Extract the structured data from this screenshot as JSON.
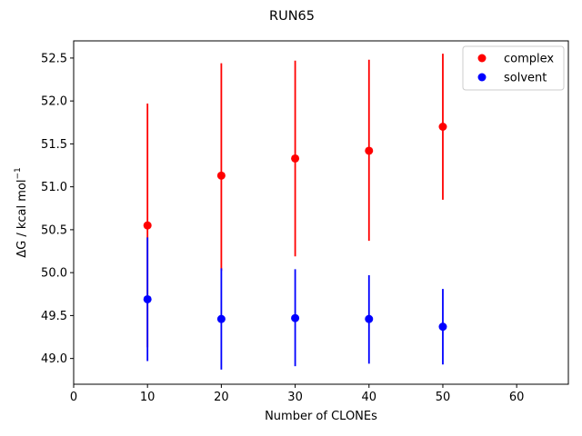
{
  "chart_data": {
    "type": "scatter",
    "title": "RUN65",
    "xlabel": "Number of CLONEs",
    "ylabel": "ΔG / kcal mol",
    "ylabel_sup": "−1",
    "xlim": [
      0,
      67
    ],
    "ylim": [
      48.7,
      52.7
    ],
    "xticks": [
      0,
      10,
      20,
      30,
      40,
      50,
      60
    ],
    "yticks": [
      49.0,
      49.5,
      50.0,
      50.5,
      51.0,
      51.5,
      52.0,
      52.5
    ],
    "legend_position": "top-right",
    "series": [
      {
        "name": "complex",
        "color": "#ff0000",
        "x": [
          10,
          20,
          30,
          40,
          50
        ],
        "y": [
          50.55,
          51.13,
          51.33,
          51.42,
          51.7
        ],
        "err_low": [
          49.13,
          50.02,
          50.19,
          50.37,
          50.85
        ],
        "err_high": [
          51.97,
          52.44,
          52.47,
          52.48,
          52.55
        ]
      },
      {
        "name": "solvent",
        "color": "#0000ff",
        "x": [
          10,
          20,
          30,
          40,
          50
        ],
        "y": [
          49.69,
          49.46,
          49.47,
          49.46,
          49.37
        ],
        "err_low": [
          48.97,
          48.87,
          48.91,
          48.94,
          48.93
        ],
        "err_high": [
          50.41,
          50.05,
          50.04,
          49.97,
          49.81
        ]
      }
    ]
  }
}
